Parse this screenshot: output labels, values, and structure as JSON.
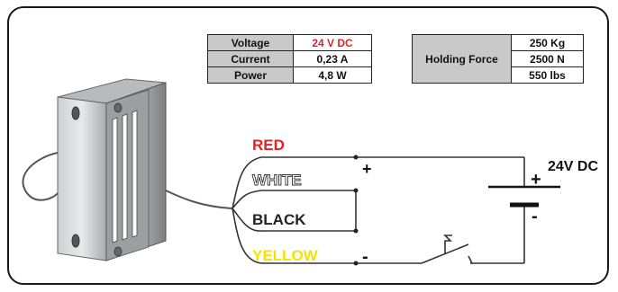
{
  "specs": {
    "electrical": [
      {
        "label": "Voltage",
        "value": "24 V DC"
      },
      {
        "label": "Current",
        "value": "0,23 A"
      },
      {
        "label": "Power",
        "value": "4,8 W"
      }
    ],
    "holding_force": {
      "label": "Holding Force",
      "values": [
        "250 Kg",
        "2500 N",
        "550 lbs"
      ]
    }
  },
  "wires": {
    "red": "RED",
    "white": "WHITE",
    "black": "BLACK",
    "yellow": "YELLOW"
  },
  "circuit": {
    "supply_label": "24V DC",
    "battery_plus": "+",
    "battery_minus": "-",
    "terminal_plus": "+",
    "terminal_minus": "-"
  },
  "colors": {
    "red_wire": "#ee1c25",
    "yellow_wire": "#f2e400",
    "voltage_value": "#d6262c",
    "table_header_bg": "#c9c9c9"
  }
}
